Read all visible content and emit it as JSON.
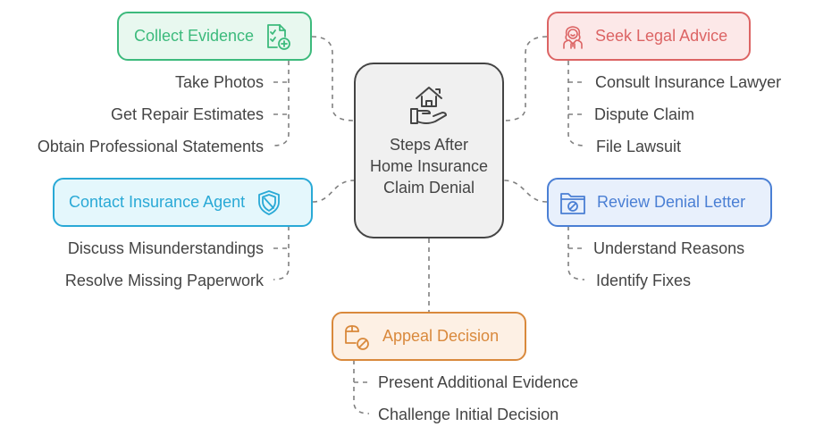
{
  "center": {
    "title": "Steps After Home Insurance Claim Denial",
    "icon": "hand-holding-house-icon"
  },
  "colors": {
    "center_border": "#444444",
    "center_fill": "#f0f0f0",
    "connector": "#808080",
    "text": "#444444",
    "green": "#3cba7c",
    "red": "#dc6464",
    "cyan": "#29a9d6",
    "blue": "#4a7fd4",
    "orange": "#d9893c"
  },
  "branches": [
    {
      "id": "collect-evidence",
      "label": "Collect Evidence",
      "icon": "checklist-plus-icon",
      "color": "#3cba7c",
      "fill": "#e8f8ef",
      "items": [
        "Take Photos",
        "Get Repair Estimates",
        "Obtain Professional Statements"
      ]
    },
    {
      "id": "seek-legal-advice",
      "label": "Seek Legal Advice",
      "icon": "lawyer-icon",
      "color": "#dc6464",
      "fill": "#fce8e8",
      "items": [
        "Consult Insurance Lawyer",
        "Dispute Claim",
        "File Lawsuit"
      ]
    },
    {
      "id": "contact-insurance-agent",
      "label": "Contact Insurance Agent",
      "icon": "shield-icon",
      "color": "#29a9d6",
      "fill": "#e4f7fc",
      "items": [
        "Discuss Misunderstandings",
        "Resolve Missing Paperwork"
      ]
    },
    {
      "id": "review-denial-letter",
      "label": "Review Denial Letter",
      "icon": "folder-denied-icon",
      "color": "#4a7fd4",
      "fill": "#e8f0fc",
      "items": [
        "Understand Reasons",
        "Identify Fixes"
      ]
    },
    {
      "id": "appeal-decision",
      "label": "Appeal Decision",
      "icon": "package-denied-icon",
      "color": "#d9893c",
      "fill": "#fdf0e4",
      "items": [
        "Present Additional Evidence",
        "Challenge Initial Decision"
      ]
    }
  ]
}
